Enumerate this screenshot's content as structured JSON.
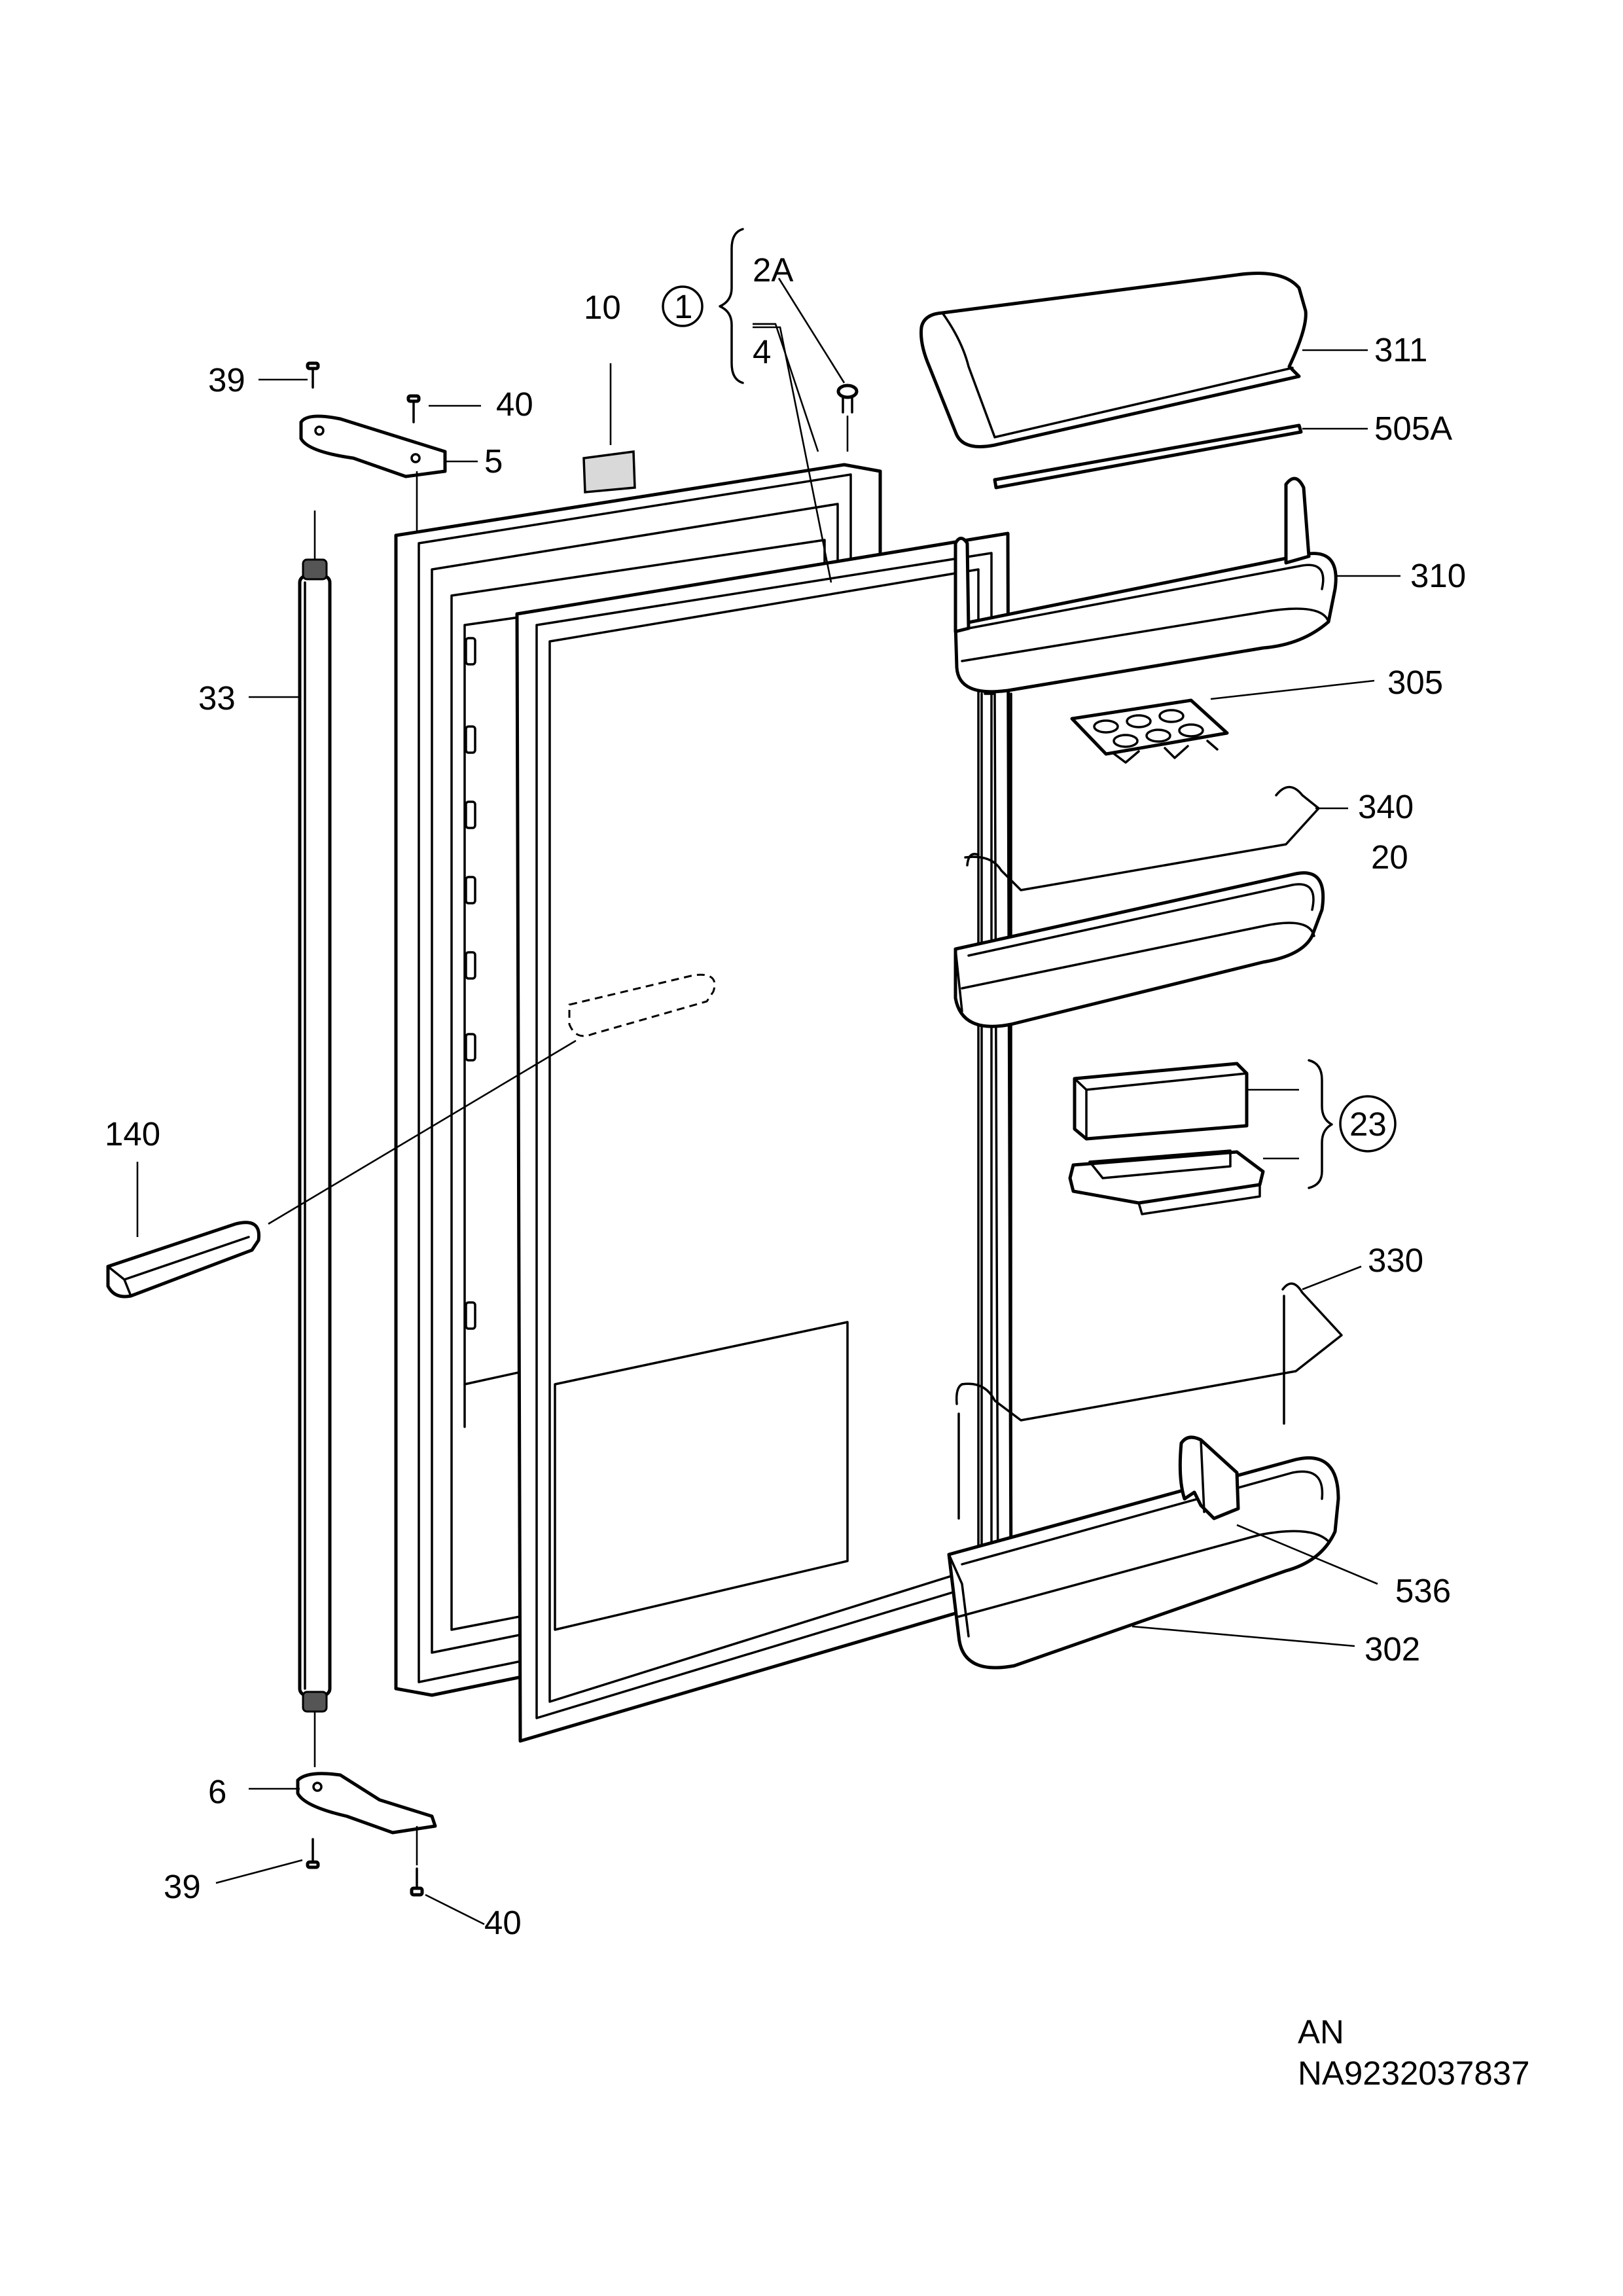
{
  "labels": {
    "p39_top": "39",
    "p40_top": "40",
    "p5": "5",
    "p33": "33",
    "p10": "10",
    "p1": "1",
    "p2A": "2A",
    "p4": "4",
    "p311": "311",
    "p505A": "505A",
    "p310": "310",
    "p305": "305",
    "p340": "340",
    "p20": "20",
    "p23": "23",
    "p140": "140",
    "p330": "330",
    "p536": "536",
    "p302": "302",
    "p6": "6",
    "p39_bottom": "39",
    "p40_bottom": "40"
  },
  "footer": {
    "line1": "AN",
    "line2": "NA9232037837"
  }
}
